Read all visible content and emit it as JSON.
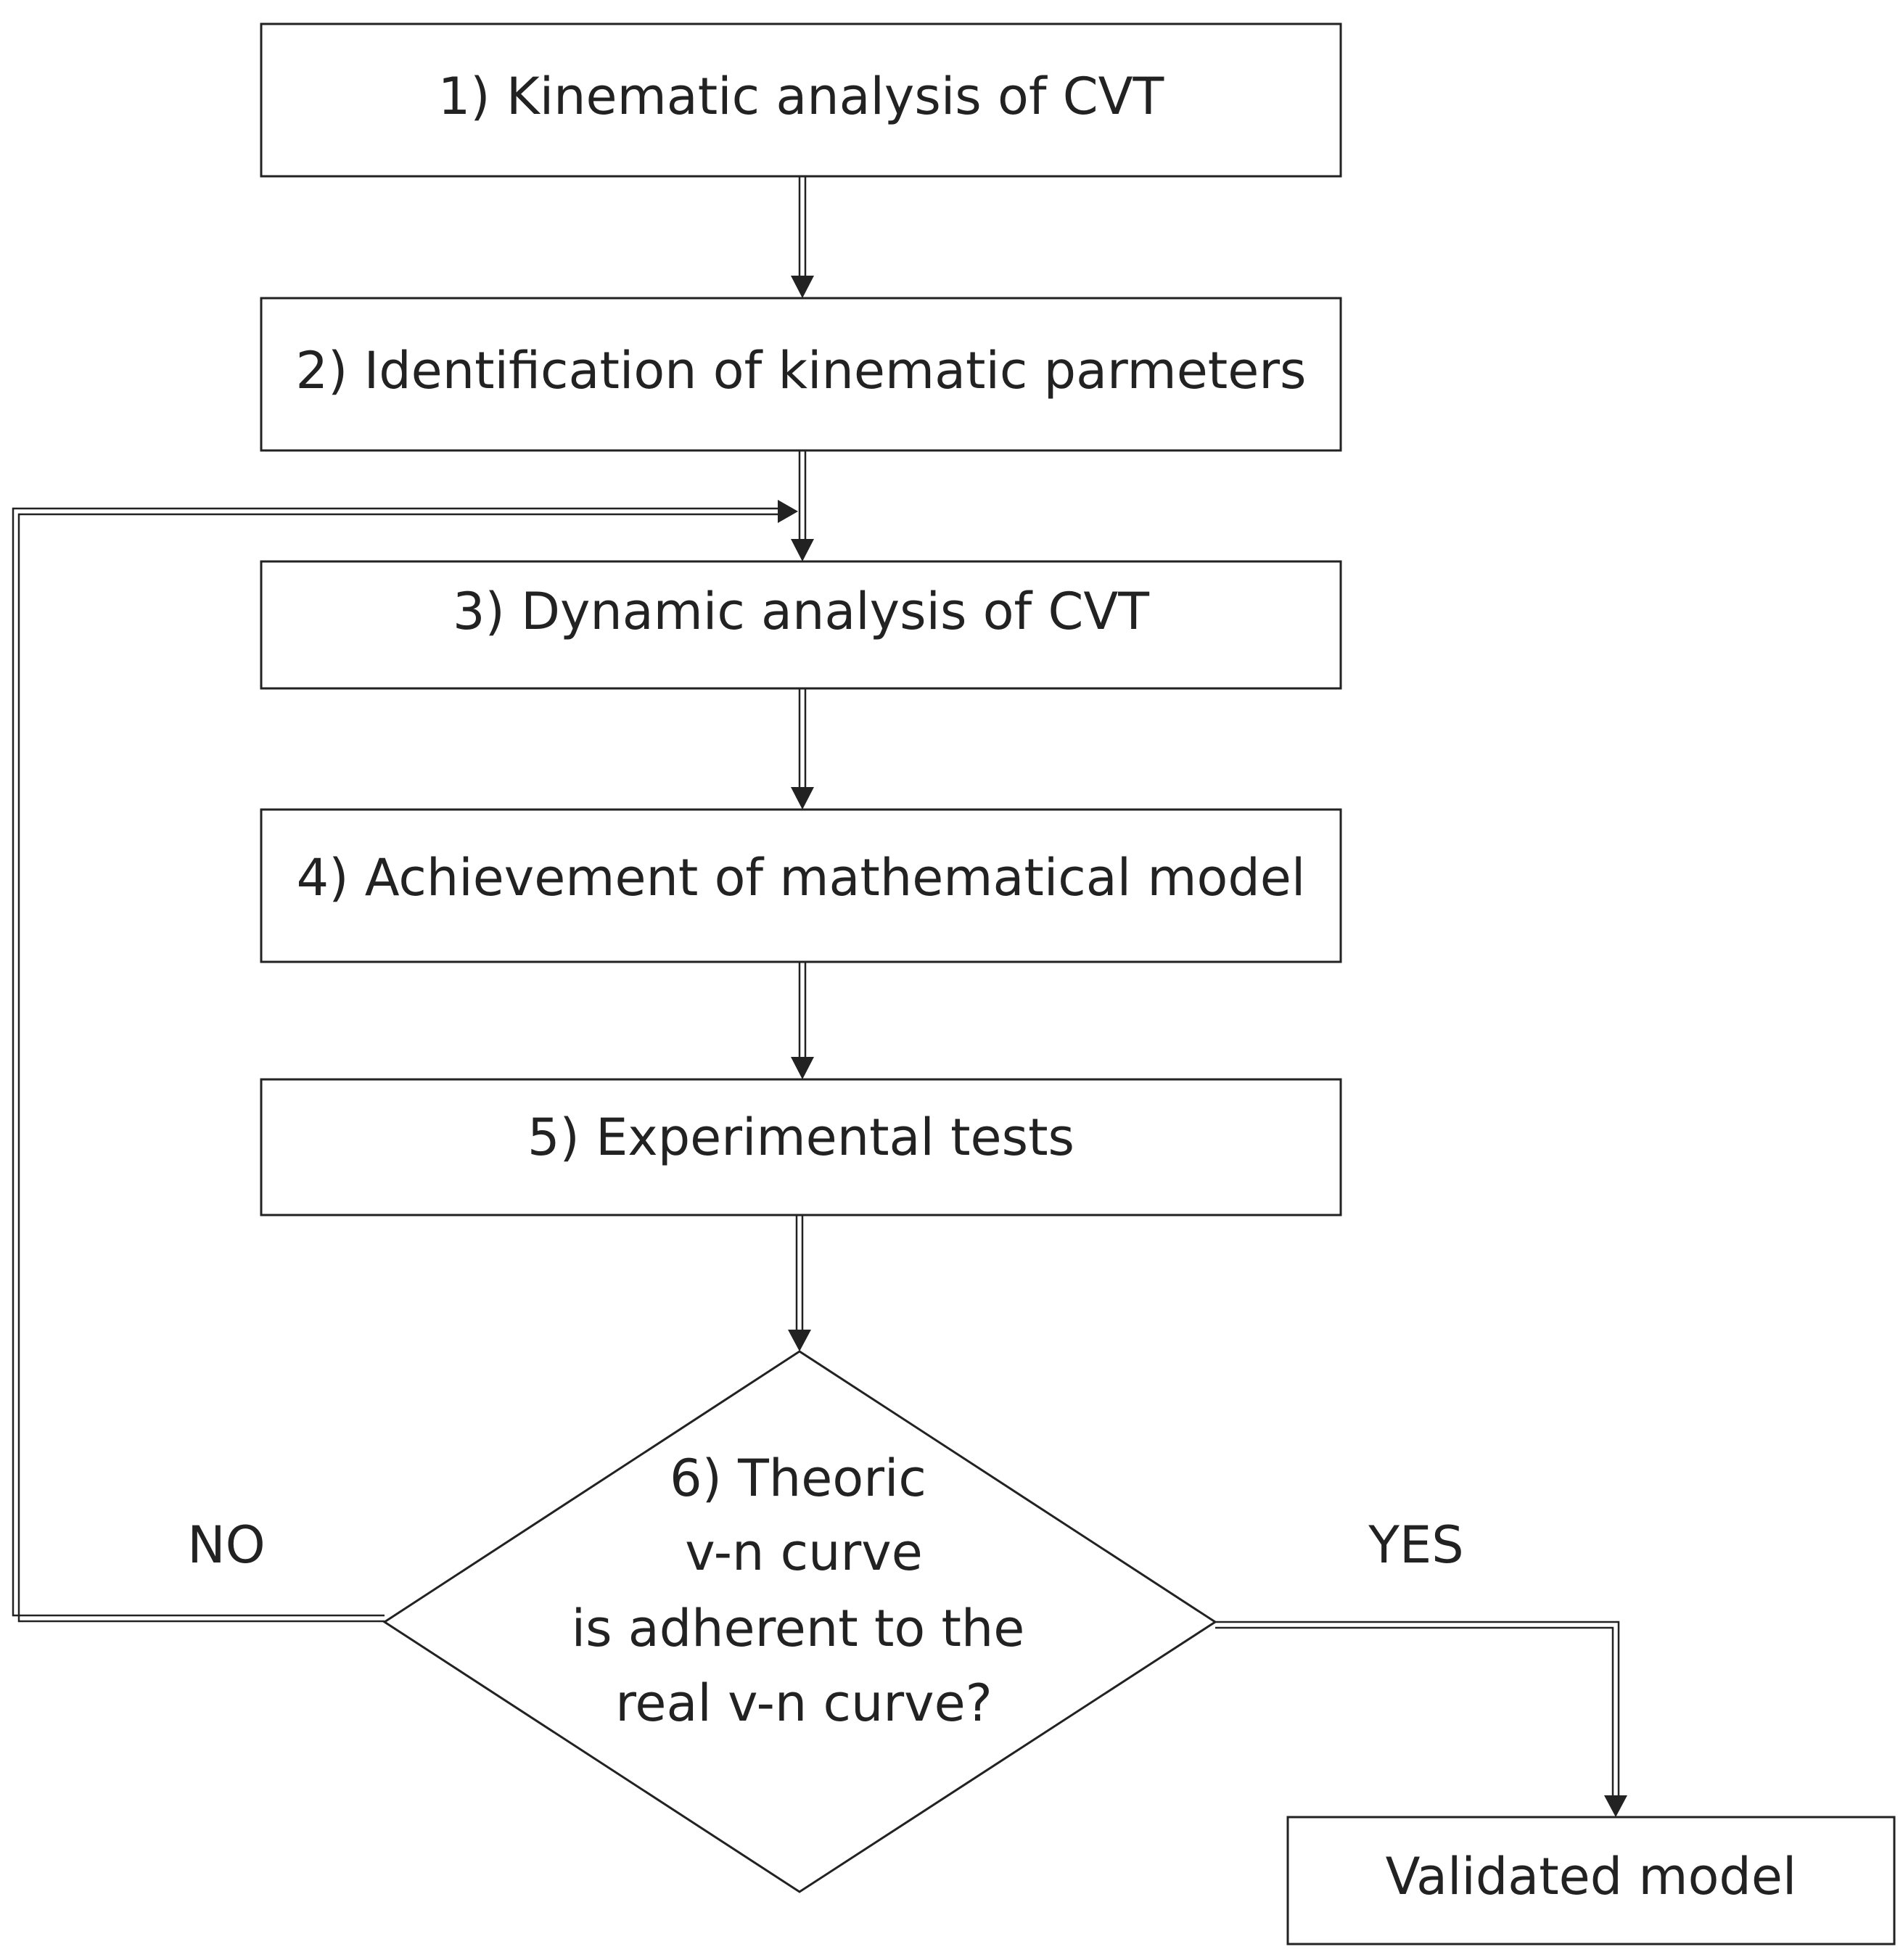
{
  "steps": [
    {
      "id": "step1",
      "label": "1) Kinematic analysis of CVT"
    },
    {
      "id": "step2",
      "label": "2) Identification of kinematic parmeters"
    },
    {
      "id": "step3",
      "label": "3) Dynamic analysis of CVT"
    },
    {
      "id": "step4",
      "label": "4) Achievement of mathematical model"
    },
    {
      "id": "step5",
      "label": "5) Experimental tests"
    }
  ],
  "decision": {
    "lines": [
      "6) Theoric",
      "v-n curve",
      "is adherent to the",
      "real v-n curve?"
    ]
  },
  "branches": {
    "no": "NO",
    "yes": "YES"
  },
  "result": {
    "label": "Validated model"
  }
}
